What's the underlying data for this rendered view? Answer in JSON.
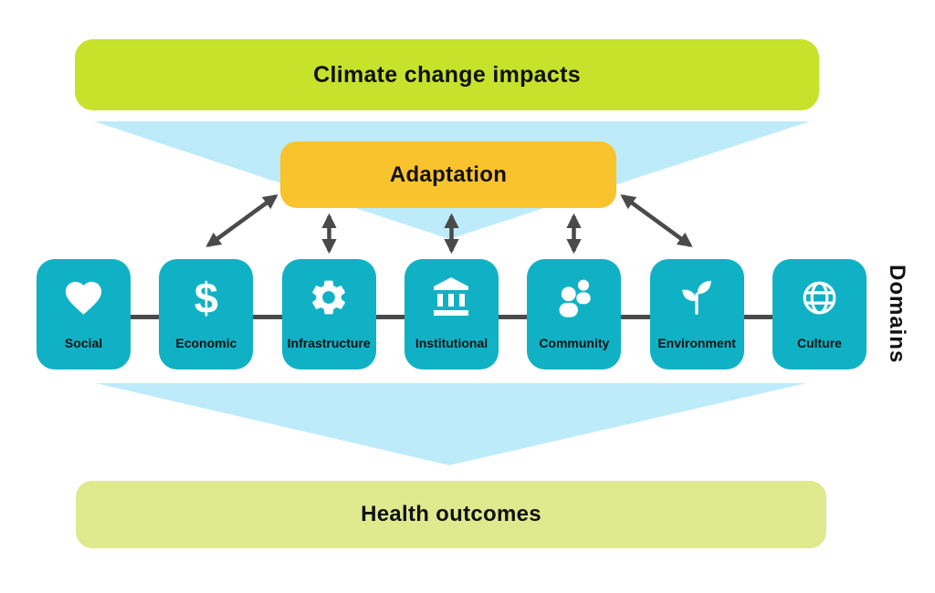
{
  "diagram": {
    "top_banner": {
      "label": "Climate change impacts"
    },
    "adaptation_box": {
      "label": "Adaptation"
    },
    "bottom_banner": {
      "label": "Health outcomes"
    },
    "domains_axis_label": "Domains",
    "domains": [
      {
        "label": "Social",
        "icon": "heart-icon"
      },
      {
        "label": "Economic",
        "icon": "dollar-icon"
      },
      {
        "label": "Infrastructure",
        "icon": "gear-icon"
      },
      {
        "label": "Institutional",
        "icon": "bank-icon"
      },
      {
        "label": "Community",
        "icon": "people-icon"
      },
      {
        "label": "Environment",
        "icon": "seedling-icon"
      },
      {
        "label": "Culture",
        "icon": "globe-icon"
      }
    ],
    "icons": {
      "economic_symbol": "$"
    },
    "colors": {
      "top_banner_bg": "#c6e22b",
      "adaptation_bg": "#f9c32d",
      "domain_box_bg": "#11b1c5",
      "funnel": "#bdebfa",
      "bottom_banner_bg": "#dfe98e",
      "arrow": "#4a4a4a",
      "text": "#111111"
    }
  }
}
